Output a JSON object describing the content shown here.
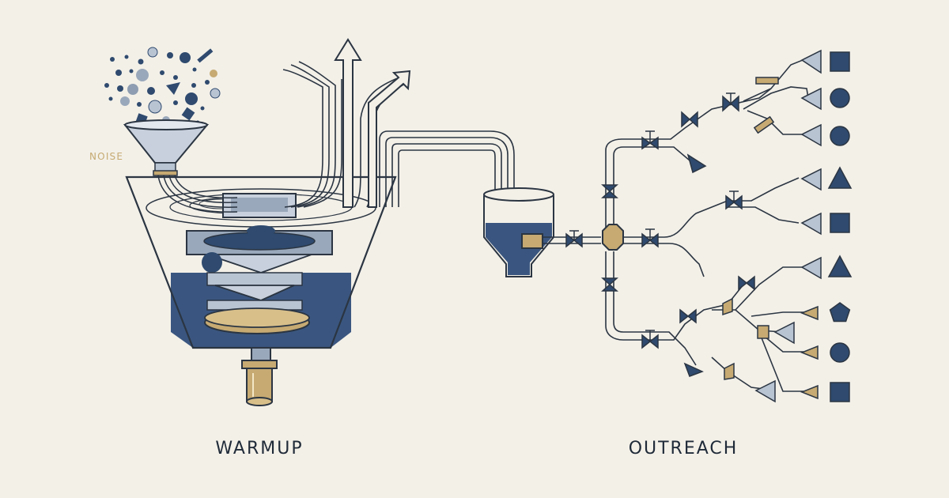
{
  "labels": {
    "noise": "NOISE",
    "warmup": "WARMUP",
    "outreach": "OUTREACH"
  },
  "colors": {
    "background": "#f3f0e8",
    "navy": "#2f4a6e",
    "line": "#2b3542",
    "gold": "#c6aa72",
    "paleBlue": "#b9c4d3",
    "label": "#1f2a38"
  },
  "outputs": [
    {
      "shape": "square"
    },
    {
      "shape": "circle"
    },
    {
      "shape": "circle"
    },
    {
      "shape": "triangle"
    },
    {
      "shape": "square"
    },
    {
      "shape": "triangle"
    },
    {
      "shape": "pentagon"
    },
    {
      "shape": "circle"
    },
    {
      "shape": "square"
    }
  ]
}
